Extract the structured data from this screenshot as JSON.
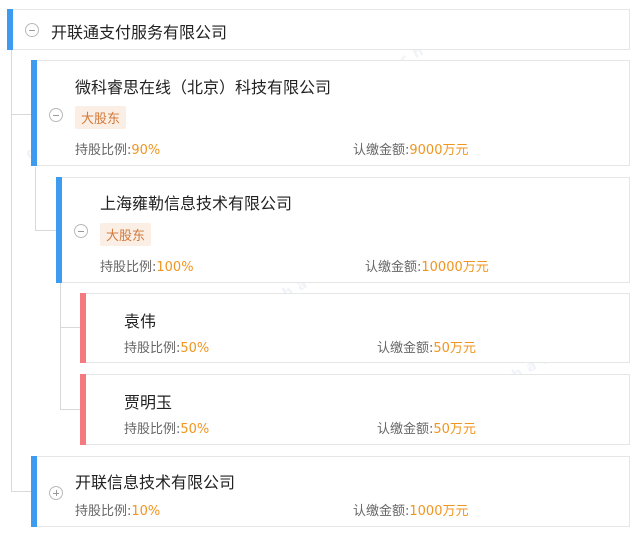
{
  "root": {
    "name": "开联通支付服务有限公司"
  },
  "labels": {
    "ratio": "持股比例:",
    "amount": "认缴金额:",
    "major_shareholder": "大股东"
  },
  "shareholders": [
    {
      "name": "微科睿思在线（北京）科技有限公司",
      "badge": "大股东",
      "ratio": "90%",
      "amount": "9000万元",
      "expanded": true
    },
    {
      "name": "上海雍勒信息技术有限公司",
      "badge": "大股东",
      "ratio": "100%",
      "amount": "10000万元",
      "expanded": true
    },
    {
      "name": "袁伟",
      "ratio": "50%",
      "amount": "50万元"
    },
    {
      "name": "贾明玉",
      "ratio": "50%",
      "amount": "50万元"
    },
    {
      "name": "开联信息技术有限公司",
      "ratio": "10%",
      "amount": "1000万元",
      "expanded": false
    }
  ],
  "colors": {
    "company_accent": "#3d9cf0",
    "person_accent": "#f57a7f",
    "value": "#f0951f",
    "badge_text": "#d17a3a",
    "badge_bg": "#fbeee5"
  }
}
